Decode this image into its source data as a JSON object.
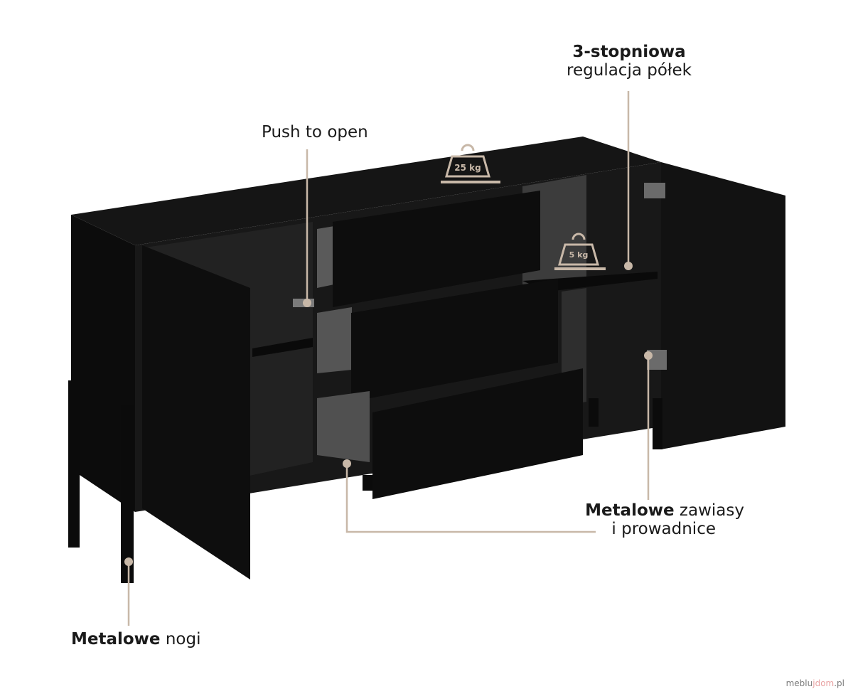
{
  "labels": {
    "push_to_open": "Push to open",
    "shelf_bold": "3-stopniowa",
    "shelf_rest": "regulacja półek",
    "hinges_bold": "Metalowe",
    "hinges_rest": " zawiasy",
    "hinges_line2": "i prowadnice",
    "legs_bold": "Metalowe",
    "legs_rest": " nogi"
  },
  "weights": {
    "top_load": "25 kg",
    "shelf_load": "5 kg"
  },
  "watermark": {
    "prefix": "meblu",
    "accent": "jdom",
    "suffix": ".pl"
  },
  "colors": {
    "furniture": "#111111",
    "interior": "#3a3a3a",
    "callout_line": "#c8b8a8",
    "text": "#1a1a1a"
  }
}
